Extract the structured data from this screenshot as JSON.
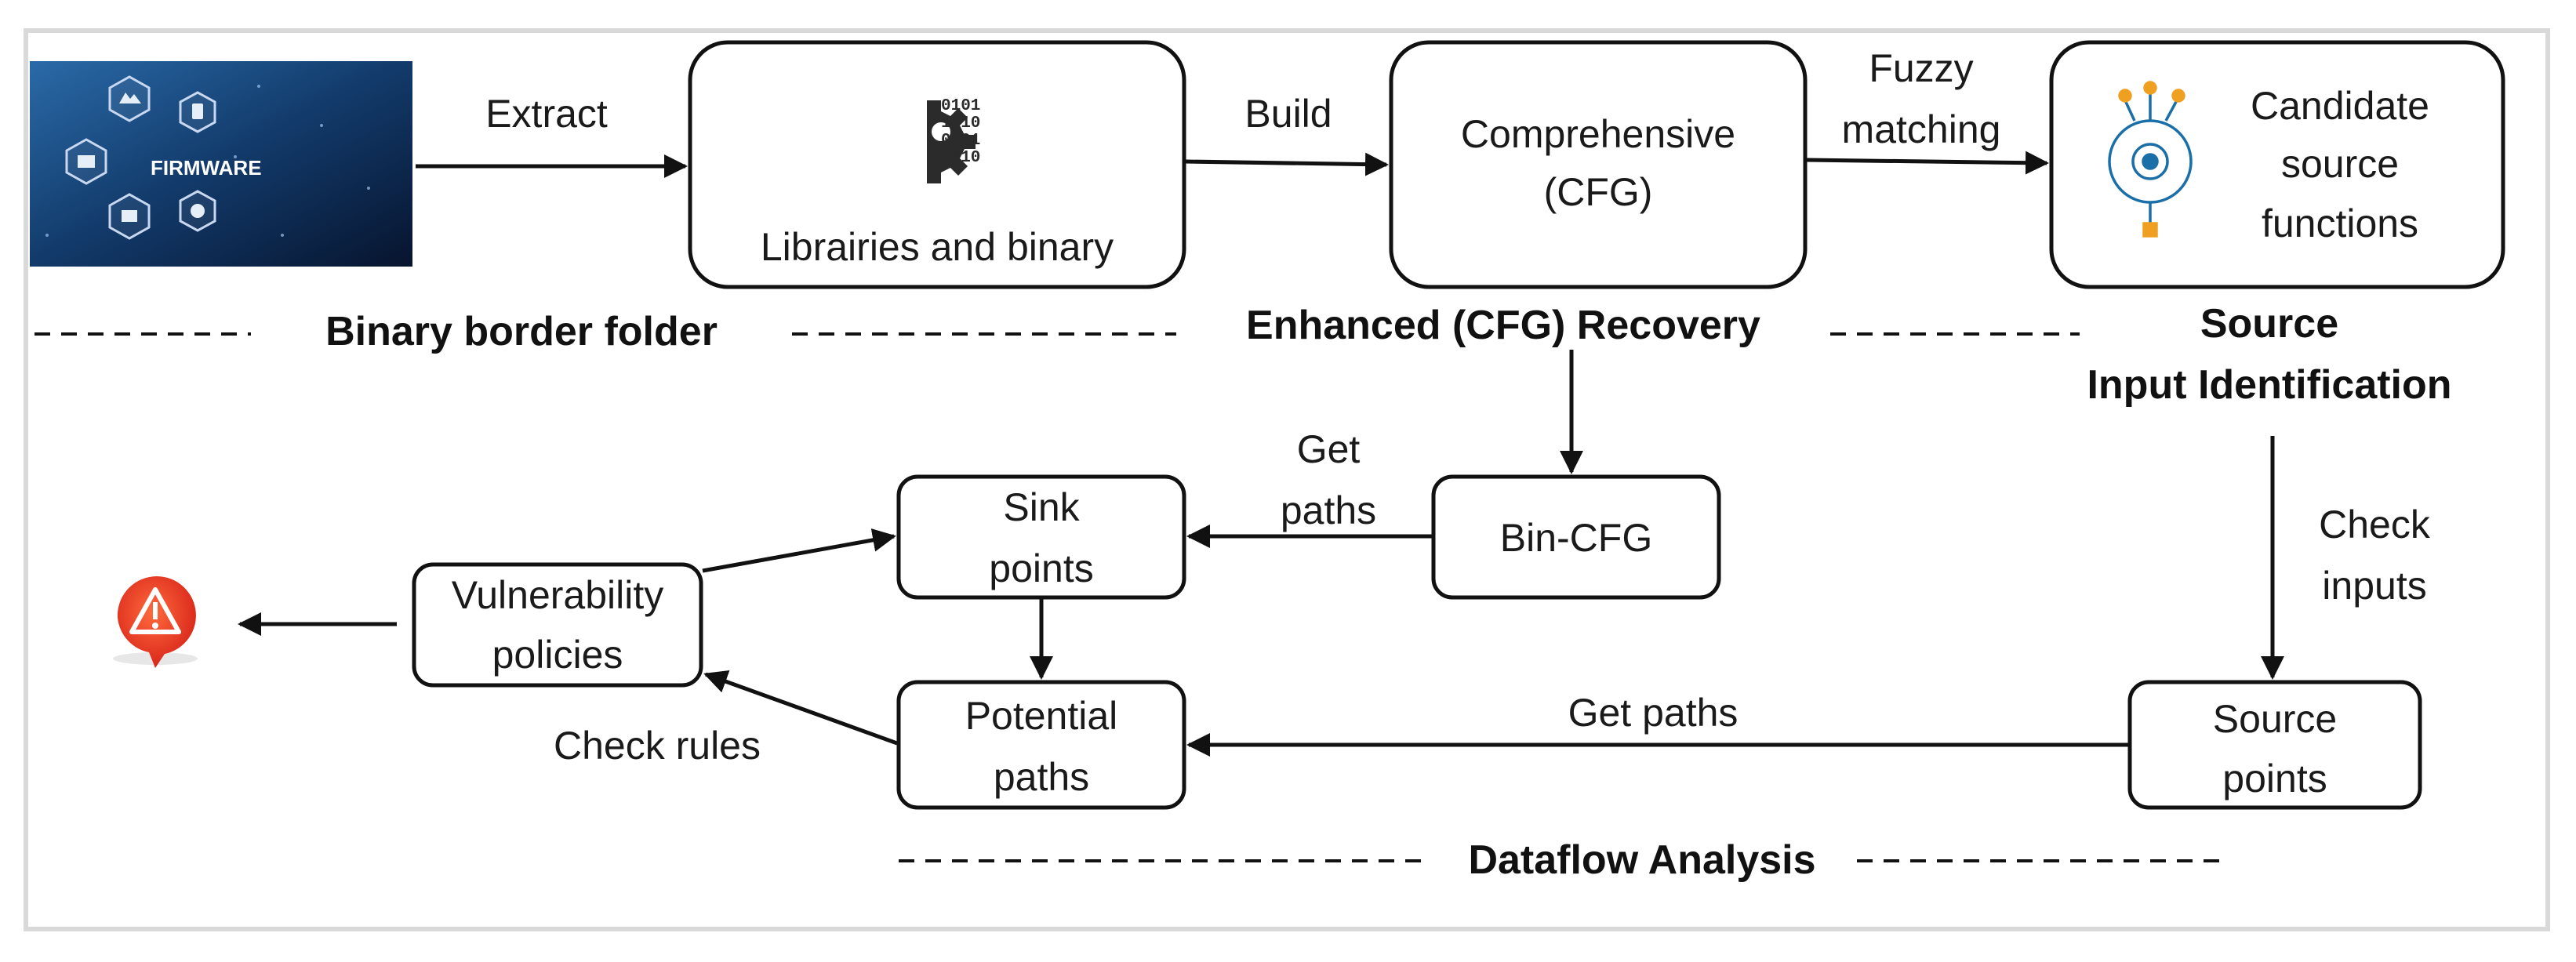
{
  "image": {
    "badge_text": "FIRMWARE",
    "colors": {
      "bg_dark": "#0a1a3a",
      "bg_mid": "#1e4f86",
      "hex_outline": "#c8d8f0"
    }
  },
  "nodes": {
    "libraries": {
      "label": "Librairies and binary",
      "icon": "gear-binary-icon",
      "icon_digits": [
        "0101",
        "1010",
        "0101",
        "1010"
      ]
    },
    "comprehensive": {
      "lines": [
        "Comprehensive",
        "(CFG)"
      ]
    },
    "candidate": {
      "lines": [
        "Candidate",
        "source",
        "functions"
      ],
      "icon": "gear-circuit-icon"
    },
    "bin_cfg": {
      "label": "Bin-CFG"
    },
    "sink": {
      "lines": [
        "Sink",
        "points"
      ]
    },
    "potential": {
      "lines": [
        "Potential",
        "paths"
      ]
    },
    "vulnerability": {
      "lines": [
        "Vulnerability",
        "policies"
      ]
    },
    "source": {
      "lines": [
        "Source",
        "points"
      ]
    },
    "warning": {
      "icon": "warning-icon",
      "color": "#e8341c"
    }
  },
  "edges": {
    "extract": "Extract",
    "build": "Build",
    "fuzzy": [
      "Fuzzy",
      "matching"
    ],
    "get_paths_top": [
      "Get",
      "paths"
    ],
    "check_inputs": [
      "Check",
      "inputs"
    ],
    "get_paths_bottom": "Get paths",
    "check_rules": "Check rules"
  },
  "sections": {
    "binary_border": "Binary border folder",
    "enhanced_cfg": "Enhanced (CFG) Recovery",
    "source_input": [
      "Source",
      "Input Identification"
    ],
    "dataflow": "Dataflow Analysis"
  }
}
